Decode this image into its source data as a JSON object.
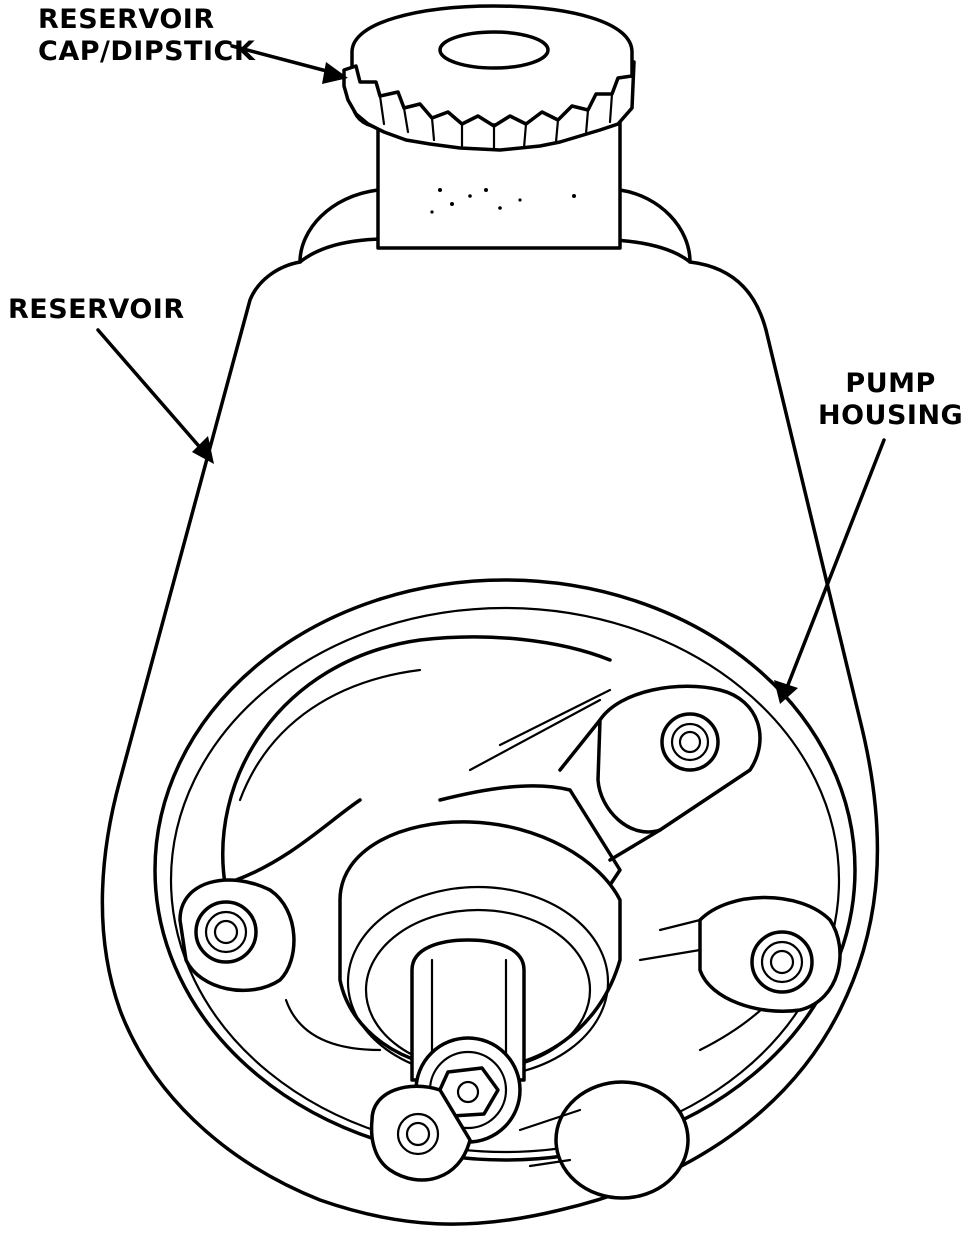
{
  "labels": {
    "cap": {
      "line1": "RESERVOIR",
      "line2": "CAP/DIPSTICK"
    },
    "reservoir": {
      "line1": "RESERVOIR"
    },
    "pump_housing": {
      "line1": "PUMP",
      "line2": "HOUSING"
    }
  },
  "colors": {
    "line": "#000000",
    "background": "#ffffff"
  }
}
